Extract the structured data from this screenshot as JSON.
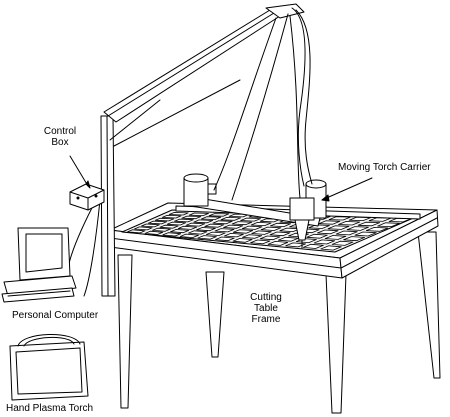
{
  "labels": {
    "control_box_line1": "Control",
    "control_box_line2": "Box",
    "moving_torch_carrier": "Moving Torch Carrier",
    "cutting_line1": "Cutting",
    "cutting_line2": "Table",
    "cutting_line3": "Frame",
    "personal_computer": "Personal Computer",
    "hand_plasma_torch": "Hand Plasma Torch"
  },
  "colors": {
    "line": "#000000",
    "background": "#ffffff",
    "shade": "#cccccc"
  }
}
